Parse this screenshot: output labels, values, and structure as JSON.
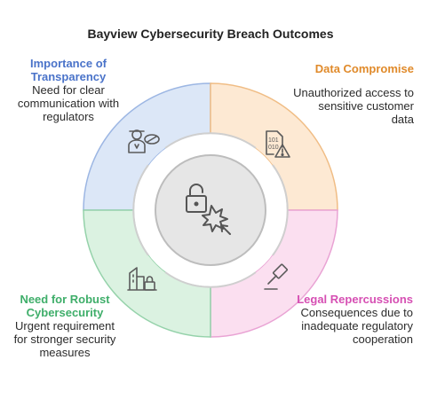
{
  "title": "Bayview Cybersecurity Breach Outcomes",
  "quadrants": {
    "top_left": {
      "heading": "Importance of Transparency",
      "body": "Need for clear communication with regulators",
      "color": "#4a73c9",
      "fill": "#dce7f7",
      "icon": "official-with-document-icon"
    },
    "top_right": {
      "heading": "Data Compromise",
      "body": "Unauthorized access to sensitive customer data",
      "color": "#e08a2a",
      "fill": "#fde9d3",
      "icon": "binary-file-warning-icon"
    },
    "bottom_left": {
      "heading": "Need for Robust Cybersecurity",
      "body": "Urgent requirement for stronger security measures",
      "color": "#3fae6a",
      "fill": "#dbf2e1",
      "icon": "buildings-lock-icon"
    },
    "bottom_right": {
      "heading": "Legal Repercussions",
      "body": "Consequences due to inadequate regulatory cooperation",
      "color": "#d64fb3",
      "fill": "#fbdff0",
      "icon": "gavel-icon"
    }
  },
  "center": {
    "icon": "lock-breach-icon",
    "fill": "#e6e6e6"
  }
}
